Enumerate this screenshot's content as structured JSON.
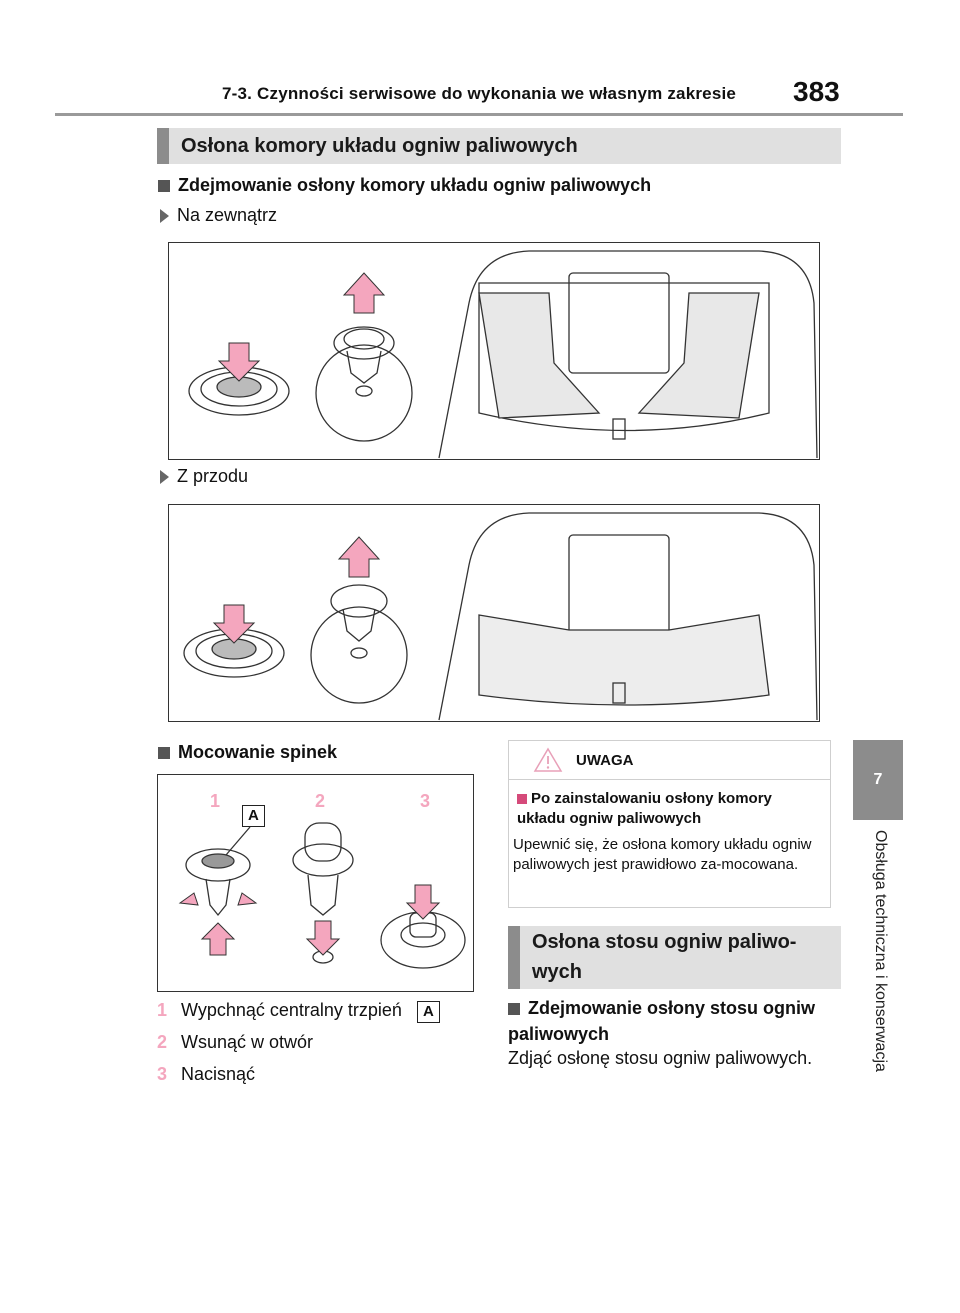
{
  "header": {
    "title": "7-3. Czynności serwisowe do wykonania we własnym zakresie",
    "page_number": "383"
  },
  "side": {
    "chapter_number": "7",
    "chapter_title": "Obsługa techniczna i konserwacja"
  },
  "section1": {
    "title": "Osłona komory układu ogniw paliwowych",
    "subheading": "Zdejmowanie osłony komory układu ogniw paliwowych",
    "view_outside": "Na zewnątrz",
    "view_front": "Z przodu",
    "mounting_heading": "Mocowanie spinek",
    "fig_numbers": [
      "1",
      "2",
      "3"
    ],
    "fig_label": "A",
    "steps": [
      {
        "num": "1",
        "text": "Wypchnąć centralny trzpień",
        "ref": "A"
      },
      {
        "num": "2",
        "text": "Wsunąć w otwór"
      },
      {
        "num": "3",
        "text": "Nacisnąć"
      }
    ]
  },
  "warning": {
    "title": "UWAGA",
    "subheading": "Po zainstalowaniu osłony komory układu ogniw paliwowych",
    "body": "Upewnić się, że osłona komory układu ogniw paliwowych jest prawidłowo za-mocowana."
  },
  "section2": {
    "title": "Osłona stosu ogniw paliwo-wych",
    "subheading": "Zdejmowanie osłony stosu ogniw paliwowych",
    "body": "Zdjąć osłonę stosu ogniw paliwowych."
  },
  "colors": {
    "arrow_pink": "#f4a6be",
    "bar_gray": "#e0e0e0",
    "accent_gray": "#8c8c8c"
  }
}
